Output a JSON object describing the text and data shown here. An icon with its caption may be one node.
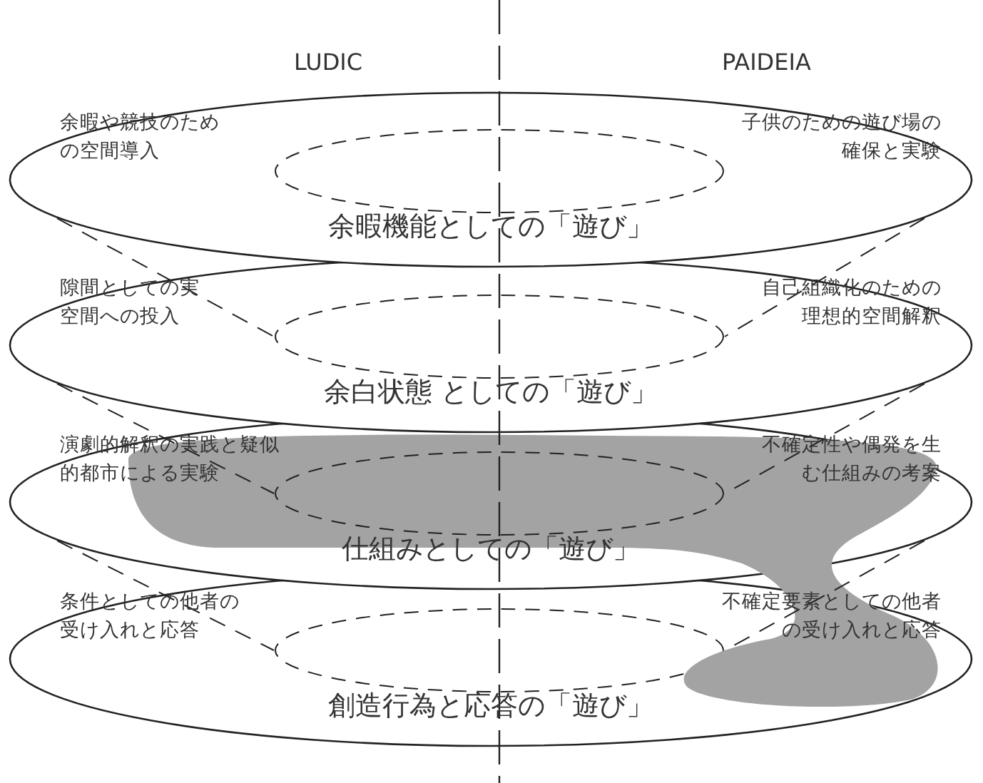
{
  "diagram": {
    "nodes": [
      {
        "text": [
          "余暇や競技のための空間導入",
          "子供のための遊び場の確保と実験",
          "余暇機能としての「遊び」"
        ]
      },
      {
        "text": [],
        "shape": "ellipse",
        "in": 0
      },
      {
        "text": [
          "隙間としての実空間への投入",
          "自己組織化のための理想的空間解釈",
          "余白状態 としての「遊び」"
        ]
      },
      {
        "text": [],
        "shape": "ellipse",
        "in": 2
      },
      {
        "text": [
          "演劇的解釈の実践と疑似的都市による実験",
          "不確定性や偶発を生む仕組みの考案",
          "仕組みとしての「遊び」"
        ]
      },
      {
        "text": [],
        "shape": "ellipse",
        "in": 4
      },
      {
        "text": [
          "条件としての他者の受け入れと応答",
          "不確定要素としての他者の受け入れと応答",
          "創造行為と応答の「遊び」"
        ]
      },
      {
        "text": [],
        "shape": "ellipse",
        "in": 6
      }
    ],
    "edges": [
      {
        "from": 0,
        "to": 3,
        "arrow": "none",
        "style": "dashed"
      },
      {
        "from": 0,
        "to": 3,
        "arrow": "none",
        "style": "dashed"
      },
      {
        "from": 2,
        "to": 5,
        "arrow": "none",
        "style": "dashed"
      },
      {
        "from": 2,
        "to": 5,
        "arrow": "none",
        "style": "dashed"
      },
      {
        "from": 4,
        "to": 7,
        "arrow": "none",
        "style": "dashed"
      },
      {
        "from": 4,
        "to": 7,
        "arrow": "none",
        "style": "dashed"
      }
    ],
    "labels": [
      "LUDIC",
      "PAIDEIA"
    ]
  }
}
